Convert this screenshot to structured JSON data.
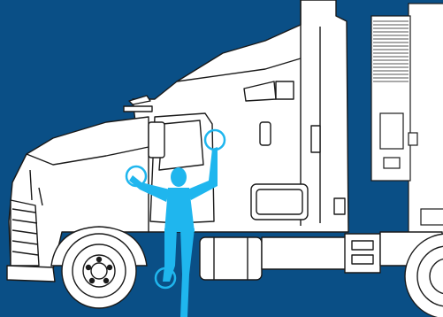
{
  "scene": {
    "subject": "truck-cab-three-point-contact",
    "colors": {
      "background": "#0a4f86",
      "truck_fill": "#ffffff",
      "truck_line": "#1a1a1a",
      "figure": "#1fb6ee",
      "contact_marker": "#1fb6ee"
    },
    "icons": [
      "truck-cab-icon",
      "person-silhouette-icon",
      "contact-point-icon"
    ],
    "contact_points": [
      "left-hand-grab-handle",
      "right-hand-grab-handle",
      "foot-step"
    ]
  }
}
